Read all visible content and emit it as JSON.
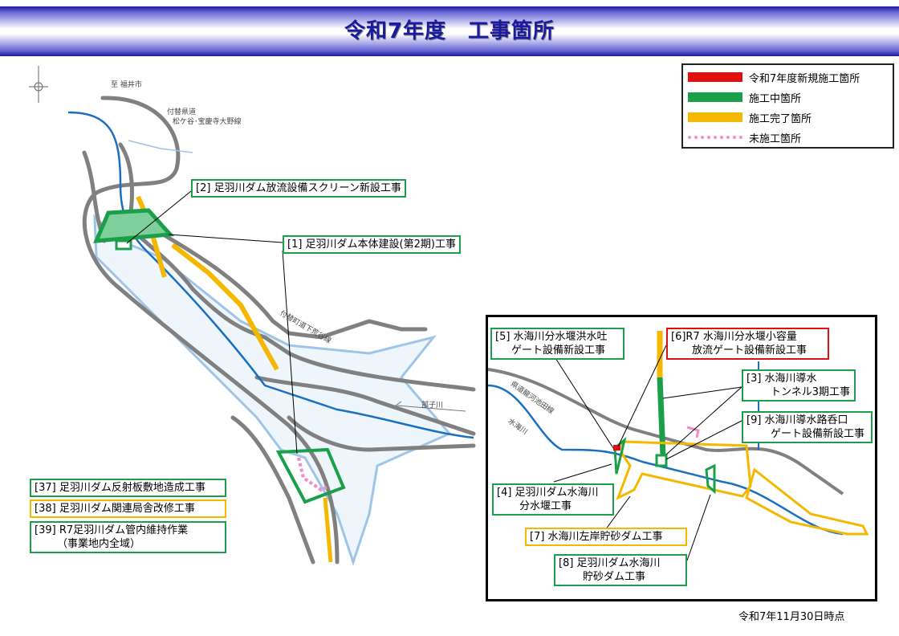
{
  "header": {
    "title": "令和7年度　工事箇所"
  },
  "legend": {
    "items": [
      {
        "label": "令和7年度新規施工箇所",
        "color": "#e01010",
        "style": "solid"
      },
      {
        "label": "施工中箇所",
        "color": "#1aa04a",
        "style": "solid"
      },
      {
        "label": "施工完了箇所",
        "color": "#f5b800",
        "style": "solid"
      },
      {
        "label": "未施工箇所",
        "color": "#f08cc8",
        "style": "dotted"
      }
    ]
  },
  "map_labels": {
    "to_fukui": "至 福井市",
    "pref_road_1": "付替県道",
    "pref_road_2": "松ケ谷･宝慶寺大野線",
    "town_road": "付替町道下荒谷線",
    "bushi_river": "部子川",
    "inset_road": "県道龍河池田線",
    "mizumi_river": "水海川"
  },
  "projects": [
    {
      "id": "p2",
      "text": "[2] 足羽川ダム放流設備スクリーン新設工事"
    },
    {
      "id": "p1",
      "text": "[1] 足羽川ダム本体建設(第2期)工事"
    },
    {
      "id": "p37",
      "text": "[37] 足羽川ダム反射板敷地造成工事"
    },
    {
      "id": "p38",
      "text": "[38] 足羽川ダム関連局舎改修工事"
    },
    {
      "id": "p39a",
      "text": "[39] R7足羽川ダム管内維持作業"
    },
    {
      "id": "p39b",
      "text": "（事業地内全域）"
    },
    {
      "id": "p5a",
      "text": "[5] 水海川分水堰洪水吐"
    },
    {
      "id": "p5b",
      "text": "ゲート設備新設工事"
    },
    {
      "id": "p6a",
      "text": "[6]R7 水海川分水堰小容量"
    },
    {
      "id": "p6b",
      "text": "放流ゲート設備新設工事"
    },
    {
      "id": "p3a",
      "text": "[3] 水海川導水"
    },
    {
      "id": "p3b",
      "text": "トンネル3期工事"
    },
    {
      "id": "p9a",
      "text": "[9] 水海川導水路呑口"
    },
    {
      "id": "p9b",
      "text": "ゲート設備新設工事"
    },
    {
      "id": "p4a",
      "text": "[4] 足羽川ダム水海川"
    },
    {
      "id": "p4b",
      "text": "分水堰工事"
    },
    {
      "id": "p7",
      "text": "[7] 水海川左岸貯砂ダム工事"
    },
    {
      "id": "p8a",
      "text": "[8] 足羽川ダム水海川"
    },
    {
      "id": "p8b",
      "text": "貯砂ダム工事"
    }
  ],
  "footer": {
    "as_of": "令和7年11月30日時点"
  }
}
